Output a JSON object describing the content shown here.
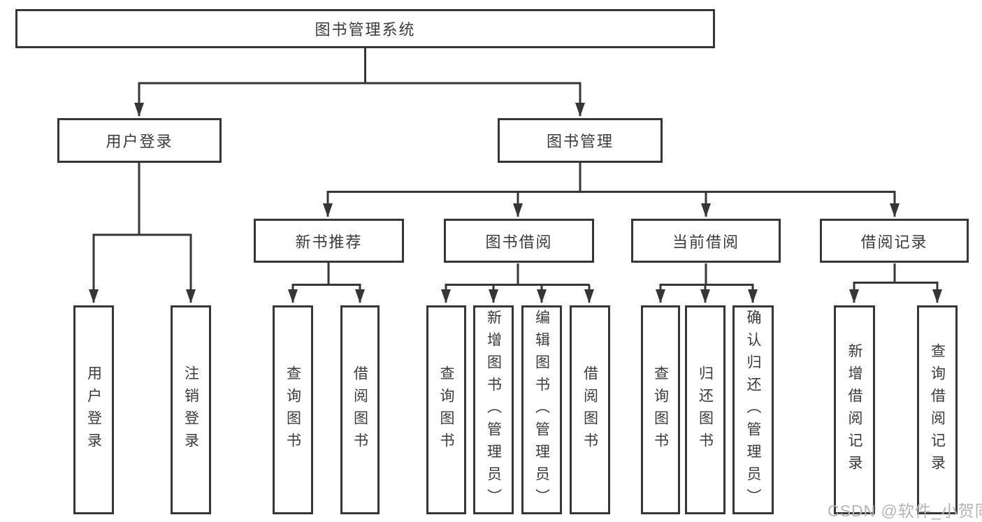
{
  "tree": {
    "label": "图书管理系统",
    "children": [
      {
        "label": "用户登录",
        "children": [
          {
            "label": "用户登录"
          },
          {
            "label": "注销登录"
          }
        ]
      },
      {
        "label": "图书管理",
        "children": [
          {
            "label": "新书推荐",
            "children": [
              {
                "label": "查询图书"
              },
              {
                "label": "借阅图书"
              }
            ]
          },
          {
            "label": "图书借阅",
            "children": [
              {
                "label": "查询图书"
              },
              {
                "label": "新增图书（管理员）"
              },
              {
                "label": "编辑图书（管理员）"
              },
              {
                "label": "借阅图书"
              }
            ]
          },
          {
            "label": "当前借阅",
            "children": [
              {
                "label": "查询图书"
              },
              {
                "label": "归还图书"
              },
              {
                "label": "确认归还（管理员）"
              }
            ]
          },
          {
            "label": "借阅记录",
            "children": [
              {
                "label": "新增借阅记录"
              },
              {
                "label": "查询借阅记录"
              }
            ]
          }
        ]
      }
    ]
  },
  "watermark": {
    "text": "CSDN @软件_小贺同学"
  },
  "colors": {
    "line": "#363636",
    "text": "#3a3a3a",
    "watermark": "#b4b4b4",
    "background": "#ffffff"
  }
}
